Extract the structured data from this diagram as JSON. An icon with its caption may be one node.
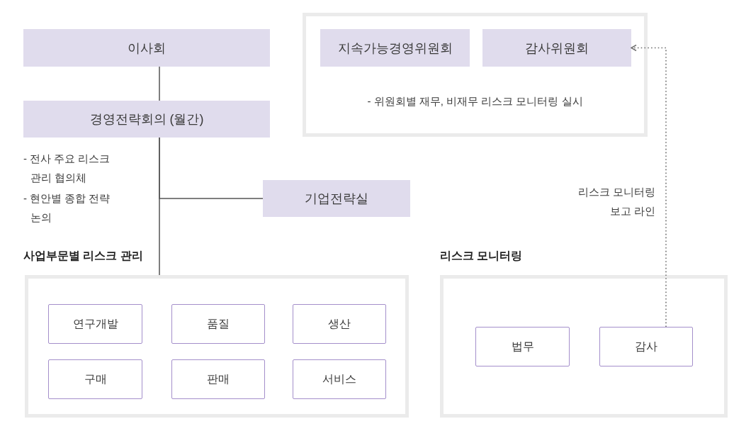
{
  "diagram": {
    "nodes": [
      {
        "text": [
          "이사회"
        ]
      },
      {
        "text": [
          "경영전략회의 (월간)"
        ],
        "beside": [
          "- 전사 주요 리스크 관리 협의체",
          "- 현안별 종합 전략 논의"
        ]
      },
      {
        "text": [
          "기업전략실"
        ]
      },
      {
        "text": [
          "- 위원회별 재무, 비재무 리스크 모니터링 실시"
        ]
      },
      {
        "text": [
          "지속가능경영위원회"
        ],
        "in": 3
      },
      {
        "text": [
          "감사위원회"
        ],
        "in": 3
      },
      {
        "text": [
          "사업부문별 리스크 관리"
        ]
      },
      {
        "text": [
          "연구개발"
        ],
        "in": 6
      },
      {
        "text": [
          "품질"
        ],
        "in": 6
      },
      {
        "text": [
          "생산"
        ],
        "in": 6
      },
      {
        "text": [
          "구매"
        ],
        "in": 6
      },
      {
        "text": [
          "판매"
        ],
        "in": 6
      },
      {
        "text": [
          "서비스"
        ],
        "in": 6
      },
      {
        "text": [
          "리스크 모니터링"
        ]
      },
      {
        "text": [
          "법무"
        ],
        "in": 13
      },
      {
        "text": [
          "감사"
        ],
        "in": 13
      }
    ],
    "edges": [
      {
        "from": 0,
        "to": 1,
        "arrow": "none"
      },
      {
        "from": 1,
        "to": 6,
        "arrow": "none"
      },
      {
        "from": 1,
        "to": 2,
        "arrow": "none"
      },
      {
        "from": 15,
        "to": 5,
        "arrow": "to",
        "style": "dashed",
        "label": "리스크 모니터링 보고 라인"
      }
    ]
  }
}
